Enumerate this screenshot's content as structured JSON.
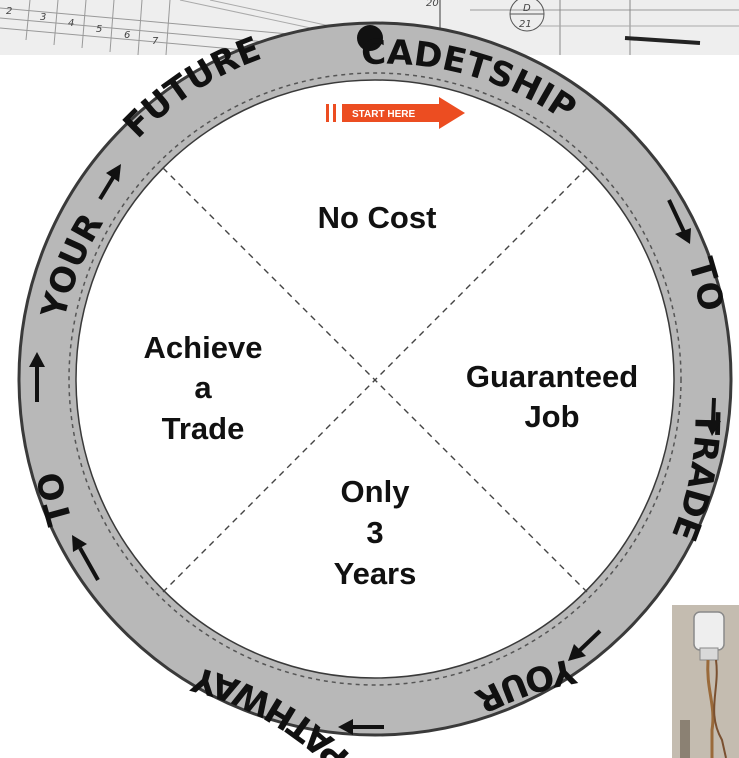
{
  "colors": {
    "ring": "#b8b8b8",
    "ring_edge": "#3a3a3a",
    "accent": "#ec4d21",
    "text": "#111111"
  },
  "background": {
    "blueprint_numbers": [
      "2",
      "3",
      "4",
      "5",
      "6",
      "7"
    ],
    "dimension_marker": {
      "top": "D",
      "bottom": "21"
    },
    "partial_number": "20"
  },
  "start_marker": {
    "label": "START HERE",
    "icon": "right-arrow-icon"
  },
  "ring_words": {
    "cadetship": "CADETSHIP",
    "to_right": "TO",
    "trade": "TRADE",
    "your_bottom": "YOUR",
    "pathway": "PATHWAY",
    "to_left": "TO",
    "your_left": "YOUR",
    "future": "FUTURE"
  },
  "segments": {
    "top": [
      "No Cost"
    ],
    "right": [
      "Guaranteed",
      "Job"
    ],
    "bottom": [
      "Only",
      "3",
      "Years"
    ],
    "left": [
      "Achieve",
      "a",
      "Trade"
    ]
  }
}
